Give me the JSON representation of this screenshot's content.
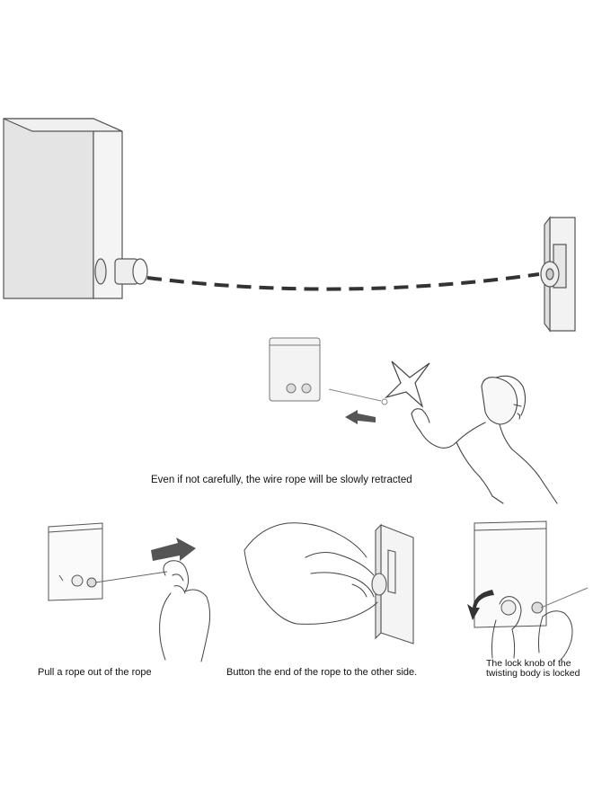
{
  "captions": {
    "retract": "Even if not carefully, the wire rope will be slowly retracted",
    "pull": "Pull a rope out of the rope",
    "button_end": "Button the end of the rope to the other side.",
    "lock_knob": "The lock knob of the twisting body is locked"
  },
  "colors": {
    "line": "#555555",
    "rope": "#333333",
    "panel": "#e8e8e8",
    "arrow": "#444444"
  }
}
